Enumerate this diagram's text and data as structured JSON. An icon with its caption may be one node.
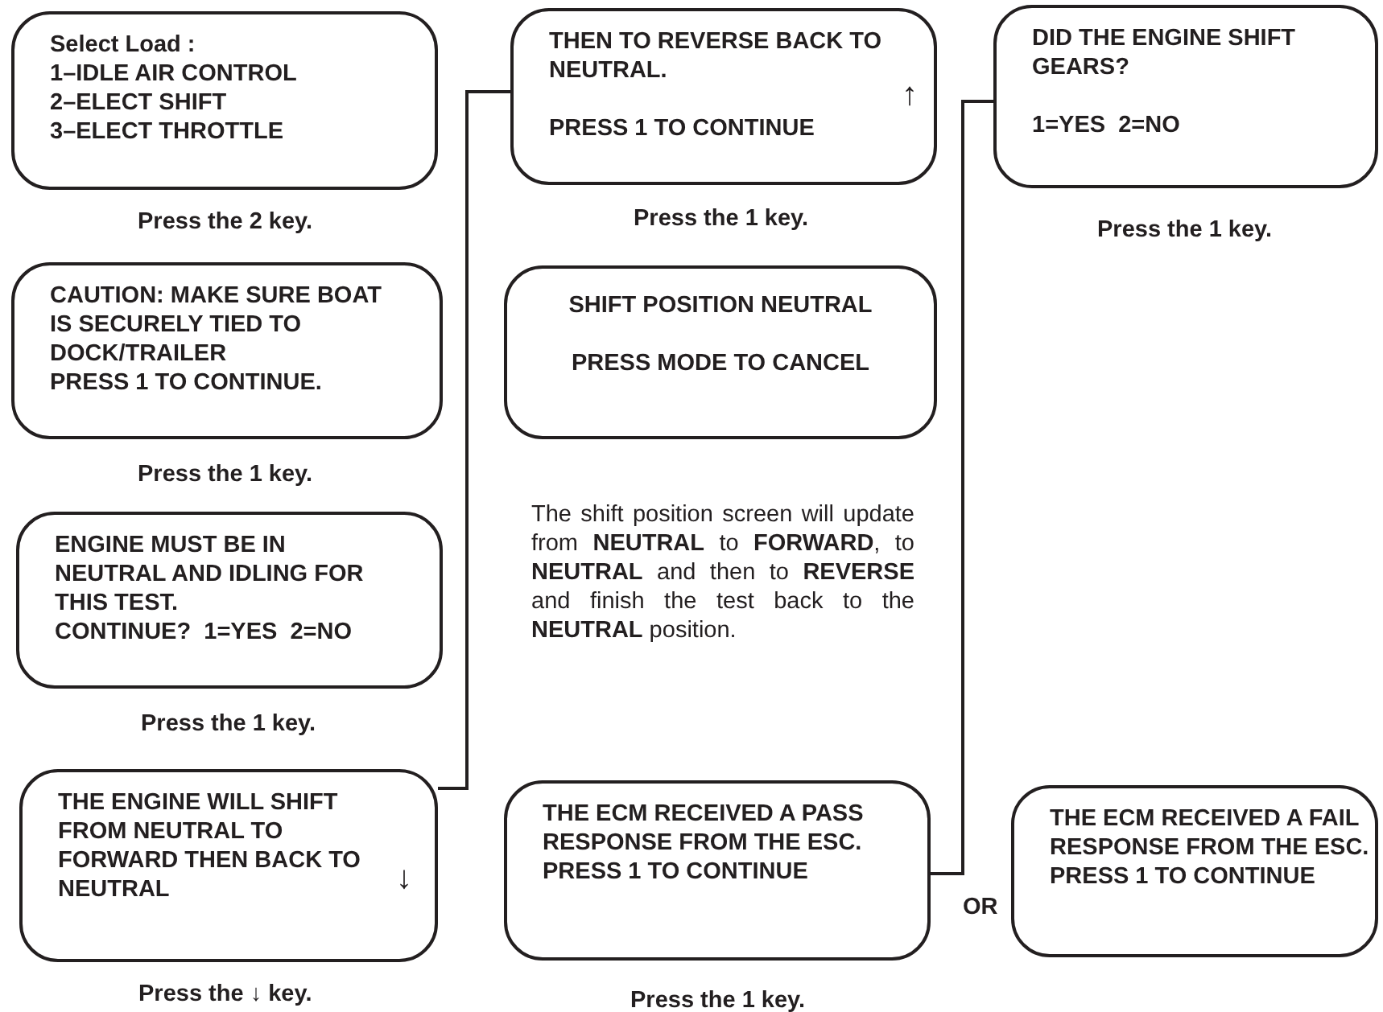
{
  "diagram": {
    "nodes": [
      {
        "text": [
          "Select Load :",
          "1–IDLE AIR CONTROL",
          "2–ELECT SHIFT",
          "3–ELECT THROTTLE"
        ],
        "beside": [
          "Press the 2 key."
        ]
      },
      {
        "text": [
          "CAUTION: MAKE SURE BOAT IS SECURELY TIED TO DOCK/TRAILER",
          "PRESS 1 TO CONTINUE."
        ],
        "beside": [
          "Press the 1 key."
        ]
      },
      {
        "text": [
          "ENGINE MUST BE IN NEUTRAL AND IDLING FOR THIS TEST.",
          "CONTINUE?  1=YES  2=NO"
        ],
        "beside": [
          "Press the 1 key."
        ]
      },
      {
        "text": [
          "THE ENGINE WILL SHIFT FROM NEUTRAL TO FORWARD THEN BACK TO NEUTRAL",
          "↓"
        ],
        "beside": [
          "Press the ↓ key."
        ]
      },
      {
        "text": [
          "THEN TO REVERSE BACK TO NEUTRAL.",
          "↑",
          "PRESS 1 TO CONTINUE"
        ],
        "beside": [
          "Press the 1 key."
        ]
      },
      {
        "text": [
          "SHIFT POSITION NEUTRAL",
          "PRESS MODE TO CANCEL"
        ]
      },
      {
        "text": [
          "THE ECM RECEIVED A PASS RESPONSE FROM THE ESC.",
          "PRESS 1 TO CONTINUE"
        ],
        "beside": [
          "Press the 1 key."
        ]
      },
      {
        "text": [
          "DID THE ENGINE SHIFT GEARS?",
          "1=YES  2=NO"
        ],
        "beside": [
          "Press the 1 key."
        ]
      },
      {
        "text": [
          "THE ECM RECEIVED A FAIL RESPONSE FROM THE ESC.",
          "PRESS 1 TO CONTINUE"
        ]
      }
    ],
    "edges": [
      {
        "from": 3,
        "to": 4,
        "arrow": "none"
      },
      {
        "from": 6,
        "to": 7,
        "arrow": "none"
      }
    ],
    "labels": [
      "The shift position screen will update from **NEUTRAL** to **FORWARD**, to **NEUTRAL** and then to **REVERSE** and finish the test back to the **NEUTRAL** position.",
      "OR"
    ]
  }
}
